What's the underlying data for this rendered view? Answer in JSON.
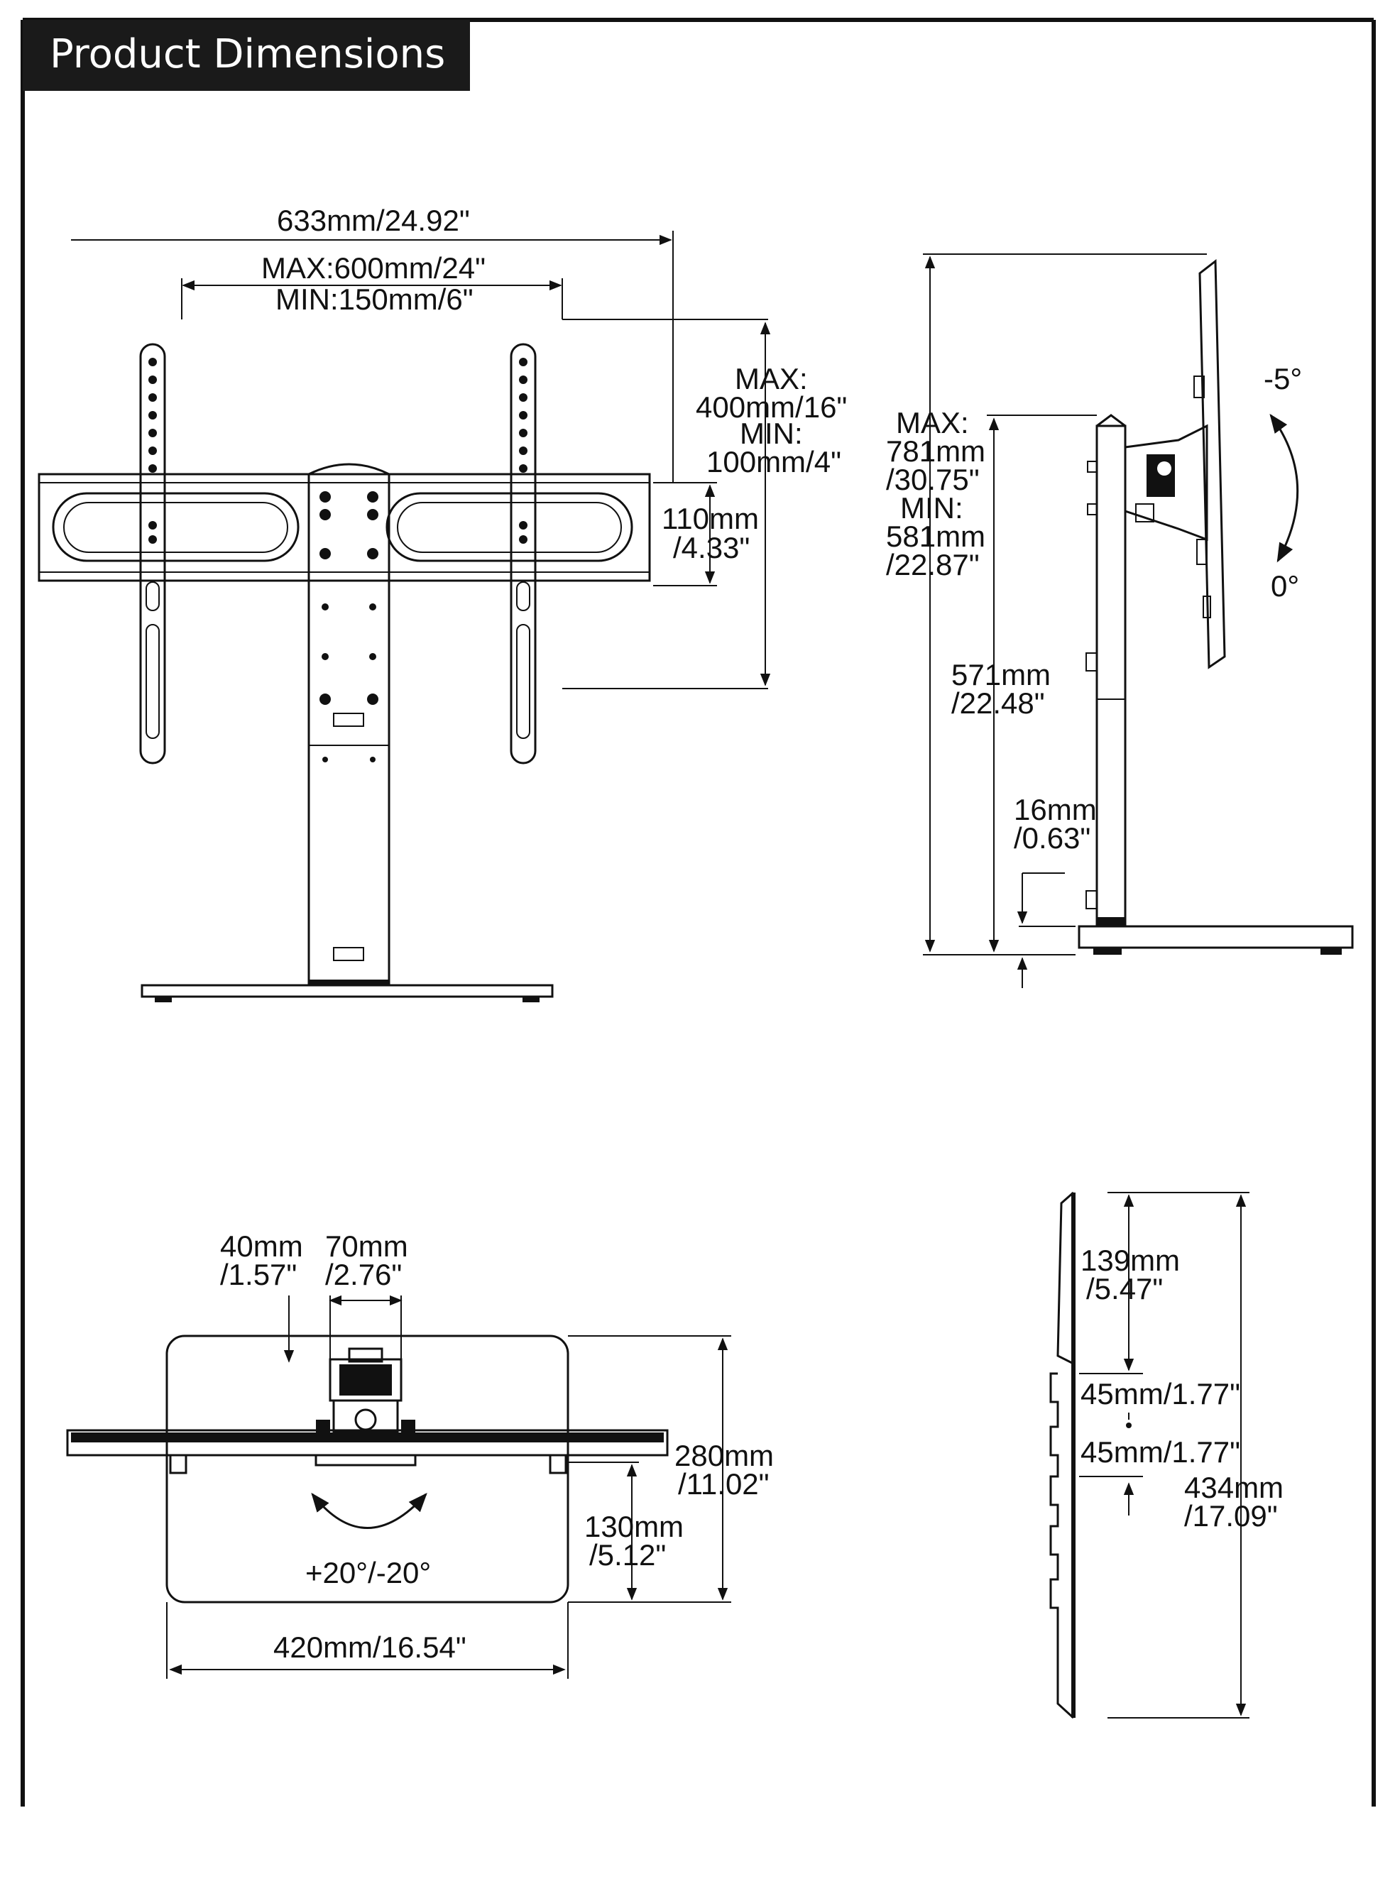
{
  "header": {
    "title": "Product Dimensions"
  },
  "front_view": {
    "overall_width": "633mm/24.92\"",
    "vesa_width_max": "MAX:600mm/24\"",
    "vesa_width_min": "MIN:150mm/6\"",
    "vesa_height_max_label": "MAX:",
    "vesa_height_max": "400mm/16\"",
    "vesa_height_min_label": "MIN:",
    "vesa_height_min": "100mm/4\"",
    "bracket_height_mm": "110mm",
    "bracket_height_in": "/4.33\""
  },
  "side_view": {
    "height_max_label": "MAX:",
    "height_max_mm": "781mm",
    "height_max_in": "/30.75\"",
    "height_min_label": "MIN:",
    "height_min_mm": "581mm",
    "height_min_in": "/22.87\"",
    "post_height_mm": "571mm",
    "post_height_in": "/22.48\"",
    "base_thickness_mm": "16mm",
    "base_thickness_in": "/0.63\"",
    "tilt_up": "-5°",
    "tilt_down": "0°"
  },
  "top_view": {
    "offset_mm": "40mm",
    "offset_in": "/1.57\"",
    "bracket_width_mm": "70mm",
    "bracket_width_in": "/2.76\"",
    "base_depth_mm": "280mm",
    "base_depth_in": "/11.02\"",
    "post_offset_mm": "130mm",
    "post_offset_in": "/5.12\"",
    "swivel": "+20°/-20°",
    "base_width": "420mm/16.54\""
  },
  "post_view": {
    "top_section_mm": "139mm",
    "top_section_in": "/5.47\"",
    "step_1": "45mm/1.77\"",
    "step_2": "45mm/1.77\"",
    "total_mm": "434mm",
    "total_in": "/17.09\""
  }
}
